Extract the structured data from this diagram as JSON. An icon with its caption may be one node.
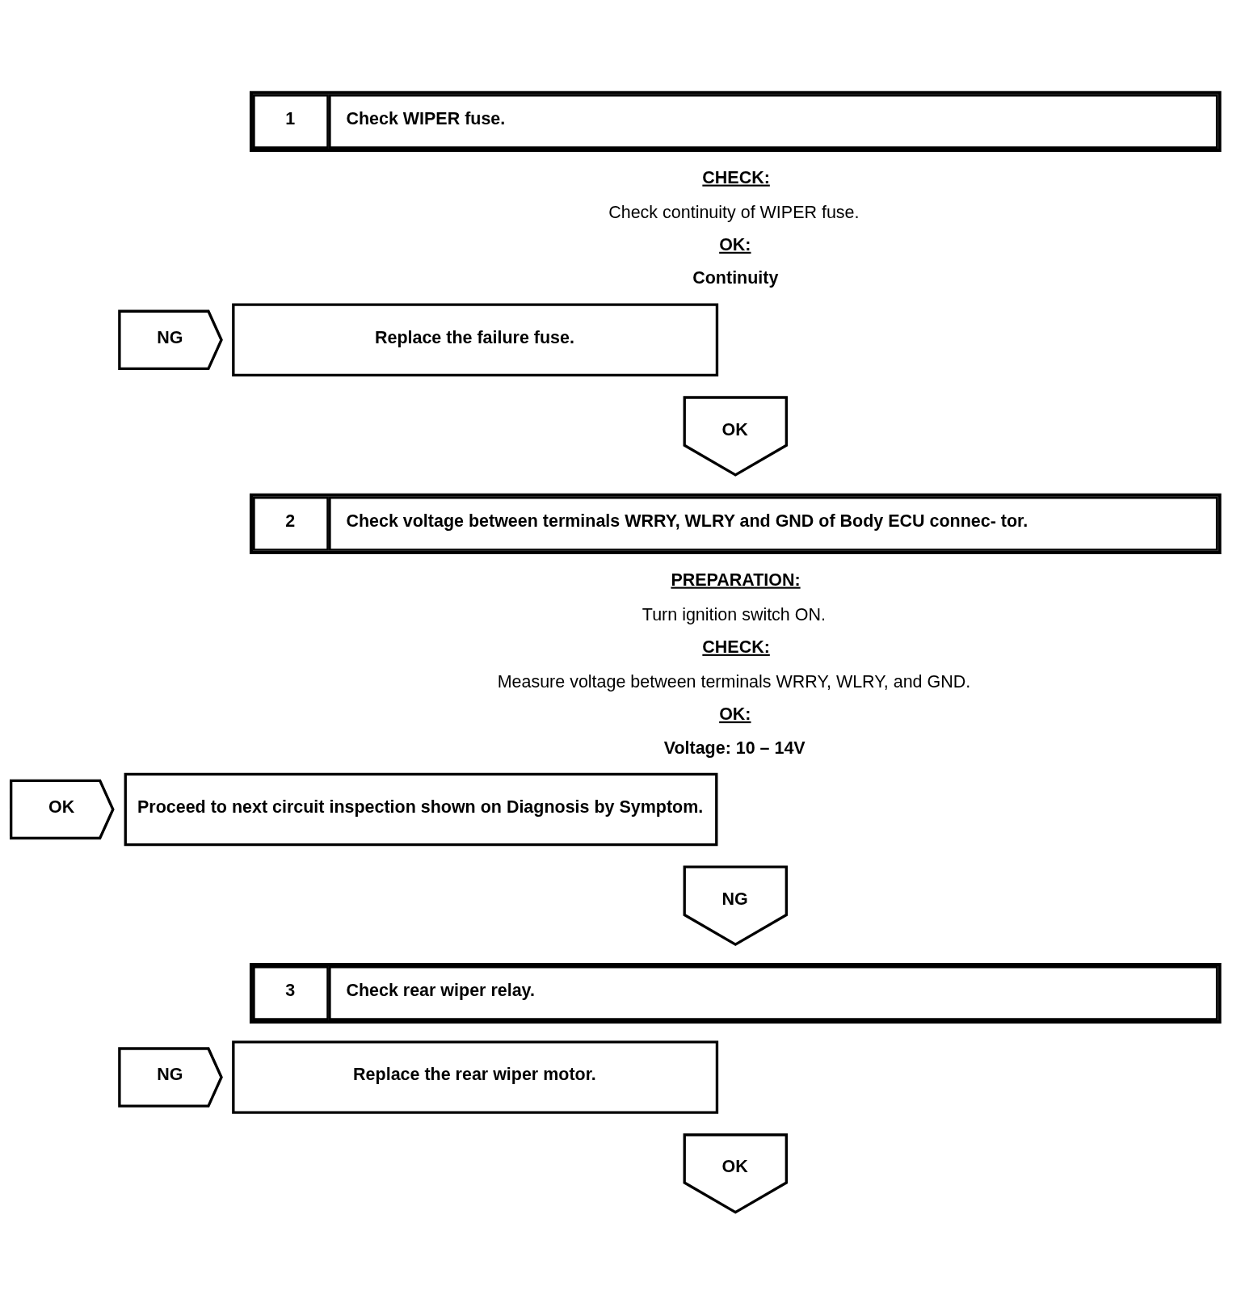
{
  "diagram": {
    "nodes": [
      {
        "text": [
          "1",
          "Check WIPER fuse."
        ]
      },
      {
        "text": [
          "NG"
        ]
      },
      {
        "text": [
          "Replace the failure fuse."
        ]
      },
      {
        "text": [
          "OK"
        ]
      },
      {
        "text": [
          "2",
          "Check voltage between terminals WRRY, WLRY and GND of Body ECU connec- tor."
        ]
      },
      {
        "text": [
          "OK"
        ]
      },
      {
        "text": [
          "Proceed to next circuit inspection shown on Diagnosis by Symptom."
        ]
      },
      {
        "text": [
          "NG"
        ]
      },
      {
        "text": [
          "3",
          "Check rear wiper relay."
        ]
      },
      {
        "text": [
          "NG"
        ]
      },
      {
        "text": [
          "Replace the rear wiper motor."
        ]
      },
      {
        "text": [
          "OK"
        ]
      }
    ],
    "labels": [
      "CHECK:",
      "Check continuity of WIPER fuse.",
      "OK:",
      "Continuity",
      "PREPARATION:",
      "Turn ignition switch ON.",
      "CHECK:",
      "Measure voltage between terminals WRRY, WLRY, and GND.",
      "OK:",
      "Voltage: 10 – 14V"
    ]
  }
}
